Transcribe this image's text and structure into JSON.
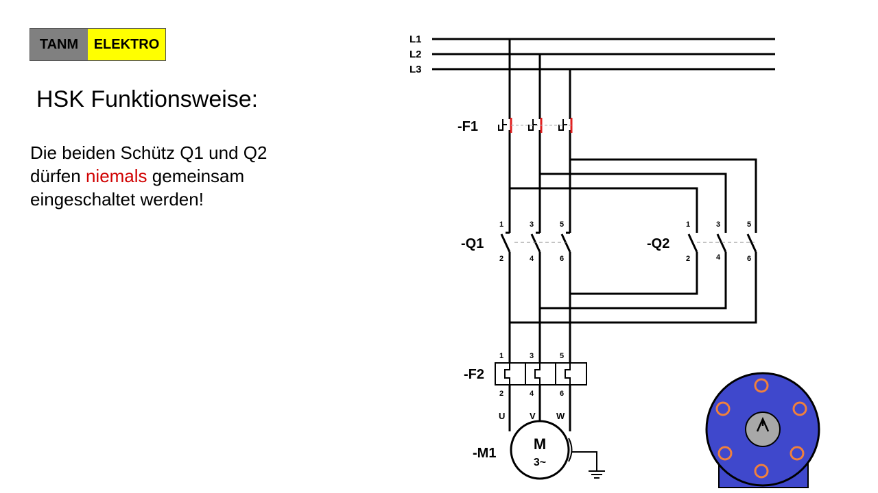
{
  "brand": {
    "part1": "TANM",
    "part2": "ELEKTRO",
    "color1": "#808080",
    "color2": "#ffff00"
  },
  "title": "HSK Funktionsweise:",
  "description": {
    "part1": "Die beiden Schütz Q1 und Q2 dürfen ",
    "highlight": "niemals",
    "part2": " gemeinsam eingeschaltet werden!",
    "highlight_color": "#d00000"
  },
  "diagram": {
    "lines": [
      "L1",
      "L2",
      "L3"
    ],
    "fuse": "-F1",
    "contactor_1": "-Q1",
    "contactor_2": "-Q2",
    "contact_top": [
      "1",
      "3",
      "5"
    ],
    "contact_bottom": [
      "2",
      "4",
      "6"
    ],
    "overload": "-F2",
    "terminals": [
      "U",
      "V",
      "W"
    ],
    "motor_ref": "-M1",
    "motor_symbol": "M",
    "motor_phase": "3~"
  },
  "motor_illustration": {
    "body_color": "#3f48cc",
    "pin_color": "#f0803c",
    "hub_color": "#a8a8a8"
  }
}
